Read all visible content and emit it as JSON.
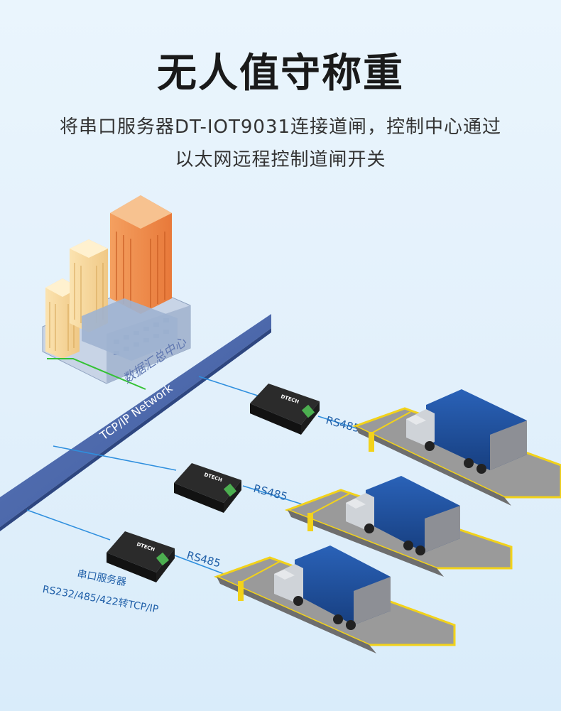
{
  "header": {
    "title": "无人值守称重",
    "subtitle_line1": "将串口服务器DT-IOT9031连接道闸，控制中心通过",
    "subtitle_line2": "以太网远程控制道闸开关"
  },
  "diagram": {
    "center_label": "数据汇总中心",
    "network_label": "TCP/IP Network",
    "link_label": "RS485",
    "device_brand": "DTECH",
    "device_caption_line1": "串口服务器",
    "device_caption_line2": "RS232/485/422转TCP/IP"
  },
  "colors": {
    "network_band": "#4a66a8",
    "link_line": "#2f8fde",
    "ground_line": "#34c234",
    "truck_cargo": "#1e4e9a",
    "platform": "#9a9a9a",
    "platform_edge": "#f2d21a"
  }
}
